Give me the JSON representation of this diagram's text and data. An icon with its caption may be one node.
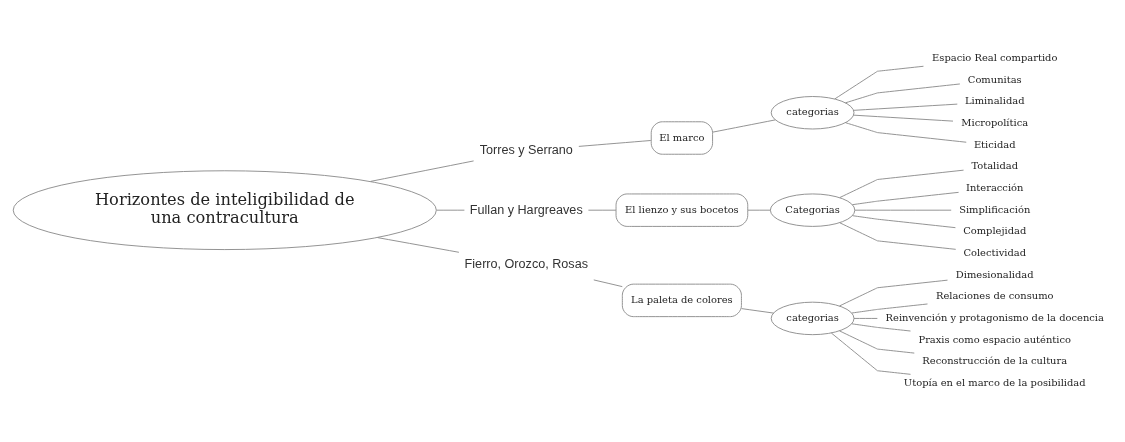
{
  "diagram": {
    "nodes": [
      {
        "text": [
          "Horizontes de inteligibilidad de una contracultura"
        ]
      },
      {
        "text": [
          "Torres y Serrano"
        ]
      },
      {
        "text": [
          "El marco"
        ]
      },
      {
        "text": [
          "categorias"
        ]
      },
      {
        "text": [
          "Espacio Real compartido"
        ]
      },
      {
        "text": [
          "Comunitas"
        ]
      },
      {
        "text": [
          "Liminalidad"
        ]
      },
      {
        "text": [
          "Micropolítica"
        ]
      },
      {
        "text": [
          "Eticidad"
        ]
      },
      {
        "text": [
          "Fullan y Hargreaves"
        ]
      },
      {
        "text": [
          "El lienzo y sus bocetos"
        ]
      },
      {
        "text": [
          "Categorias"
        ]
      },
      {
        "text": [
          "Totalidad"
        ]
      },
      {
        "text": [
          "Interacción"
        ]
      },
      {
        "text": [
          "Simplificación"
        ]
      },
      {
        "text": [
          "Complejidad"
        ]
      },
      {
        "text": [
          "Colectividad"
        ]
      },
      {
        "text": [
          "Fierro, Orozco, Rosas"
        ]
      },
      {
        "text": [
          "La paleta de colores"
        ]
      },
      {
        "text": [
          "categorias"
        ]
      },
      {
        "text": [
          "Dimesionalidad"
        ]
      },
      {
        "text": [
          "Relaciones de consumo"
        ]
      },
      {
        "text": [
          "Reinvención y protagonismo de la docencia"
        ]
      },
      {
        "text": [
          "Praxis como espacio auténtico"
        ]
      },
      {
        "text": [
          "Reconstrucción de la cultura"
        ]
      },
      {
        "text": [
          "Utopía en el marco de la posibilidad"
        ]
      }
    ],
    "edges": [
      {
        "from": 0,
        "to": 1,
        "arrow": "none"
      },
      {
        "from": 1,
        "to": 2,
        "arrow": "none"
      },
      {
        "from": 2,
        "to": 3,
        "arrow": "none"
      },
      {
        "from": 3,
        "to": 4,
        "arrow": "none"
      },
      {
        "from": 3,
        "to": 5,
        "arrow": "none"
      },
      {
        "from": 3,
        "to": 6,
        "arrow": "none"
      },
      {
        "from": 3,
        "to": 7,
        "arrow": "none"
      },
      {
        "from": 3,
        "to": 8,
        "arrow": "none"
      },
      {
        "from": 0,
        "to": 9,
        "arrow": "none"
      },
      {
        "from": 9,
        "to": 10,
        "arrow": "none"
      },
      {
        "from": 10,
        "to": 11,
        "arrow": "none"
      },
      {
        "from": 11,
        "to": 12,
        "arrow": "none"
      },
      {
        "from": 11,
        "to": 13,
        "arrow": "none"
      },
      {
        "from": 11,
        "to": 14,
        "arrow": "none"
      },
      {
        "from": 11,
        "to": 15,
        "arrow": "none"
      },
      {
        "from": 11,
        "to": 16,
        "arrow": "none"
      },
      {
        "from": 0,
        "to": 17,
        "arrow": "none"
      },
      {
        "from": 17,
        "to": 18,
        "arrow": "none"
      },
      {
        "from": 18,
        "to": 19,
        "arrow": "none"
      },
      {
        "from": 19,
        "to": 20,
        "arrow": "none"
      },
      {
        "from": 19,
        "to": 21,
        "arrow": "none"
      },
      {
        "from": 19,
        "to": 22,
        "arrow": "none"
      },
      {
        "from": 19,
        "to": 23,
        "arrow": "none"
      },
      {
        "from": 19,
        "to": 24,
        "arrow": "none"
      },
      {
        "from": 19,
        "to": 25,
        "arrow": "none"
      }
    ]
  }
}
